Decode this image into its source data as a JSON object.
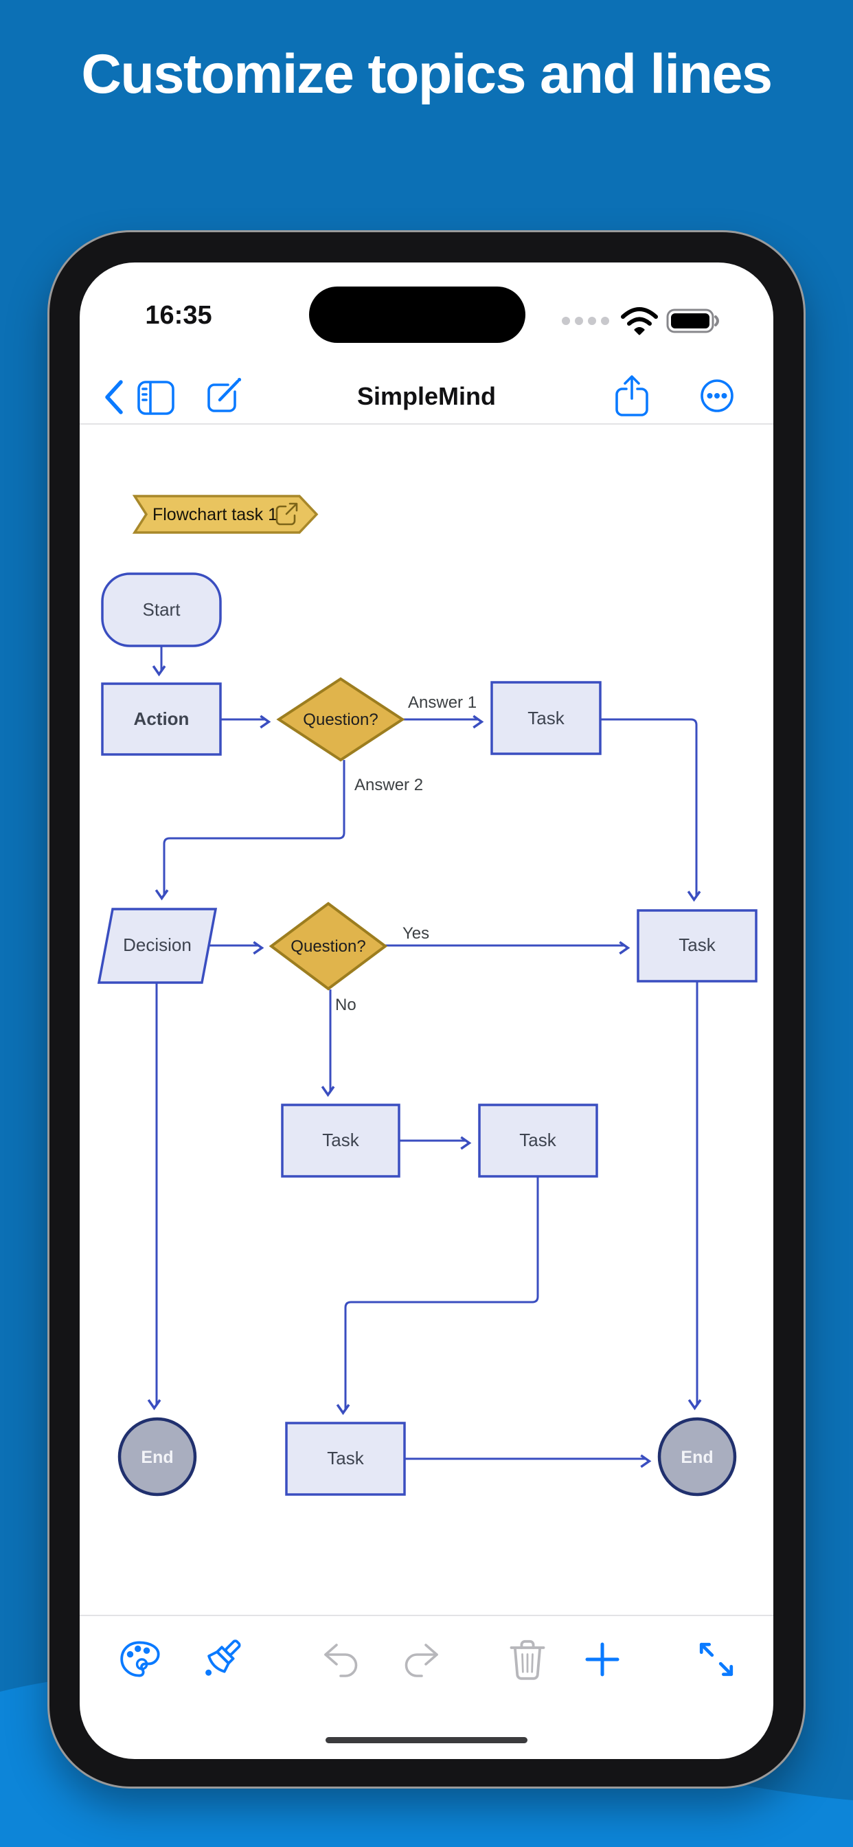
{
  "hero": {
    "title": "Customize topics and lines"
  },
  "phone": {
    "statusbar": {
      "time": "16:35",
      "icons": [
        "cellular-signal-dots-icon",
        "wifi-icon",
        "battery-icon"
      ]
    },
    "navbar": {
      "title": "SimpleMind",
      "left_icons": [
        "back-chevron-icon",
        "sidebar-panel-icon",
        "compose-icon"
      ],
      "right_icons": [
        "share-icon",
        "more-ellipsis-icon"
      ]
    },
    "toolbar": {
      "icons": [
        "palette-icon",
        "paintbrush-icon",
        "undo-icon",
        "redo-icon",
        "trash-icon",
        "add-icon",
        "resize-arrows-icon"
      ],
      "disabled": [
        "undo-icon",
        "redo-icon",
        "trash-icon"
      ]
    },
    "home_indicator": true
  },
  "diagram": {
    "banner": {
      "label": "Flowchart task 1",
      "icon": "external-link-icon"
    },
    "nodes": [
      {
        "id": "start",
        "type": "terminator-rounded",
        "label": "Start"
      },
      {
        "id": "action",
        "type": "process",
        "label": "Action"
      },
      {
        "id": "question-1",
        "type": "decision-diamond",
        "label": "Question?"
      },
      {
        "id": "task-top",
        "type": "process",
        "label": "Task"
      },
      {
        "id": "decision",
        "type": "data-parallelogram",
        "label": "Decision"
      },
      {
        "id": "question-2",
        "type": "decision-diamond",
        "label": "Question?"
      },
      {
        "id": "task-right",
        "type": "process",
        "label": "Task"
      },
      {
        "id": "task-mid-left",
        "type": "process",
        "label": "Task"
      },
      {
        "id": "task-mid-right",
        "type": "process",
        "label": "Task"
      },
      {
        "id": "task-bottom",
        "type": "process",
        "label": "Task"
      },
      {
        "id": "end-left",
        "type": "terminator-circle",
        "label": "End"
      },
      {
        "id": "end-right",
        "type": "terminator-circle",
        "label": "End"
      }
    ],
    "edge_labels": {
      "answer1": "Answer 1",
      "answer2": "Answer 2",
      "yes": "Yes",
      "no": "No"
    }
  },
  "colors": {
    "bg": "#0c70b5",
    "wave": "#0d85d8",
    "accent": "#0a7aff",
    "line": "#3a4ec0",
    "nodefill": "#e5e8f6",
    "dfill": "#e0b44c",
    "dborder": "#9c7d1f",
    "bfill": "#e9c45f",
    "bborder": "#a8882a",
    "efill": "#a9aebf",
    "eborder": "#20306e",
    "gray": "#b7b7bb"
  }
}
